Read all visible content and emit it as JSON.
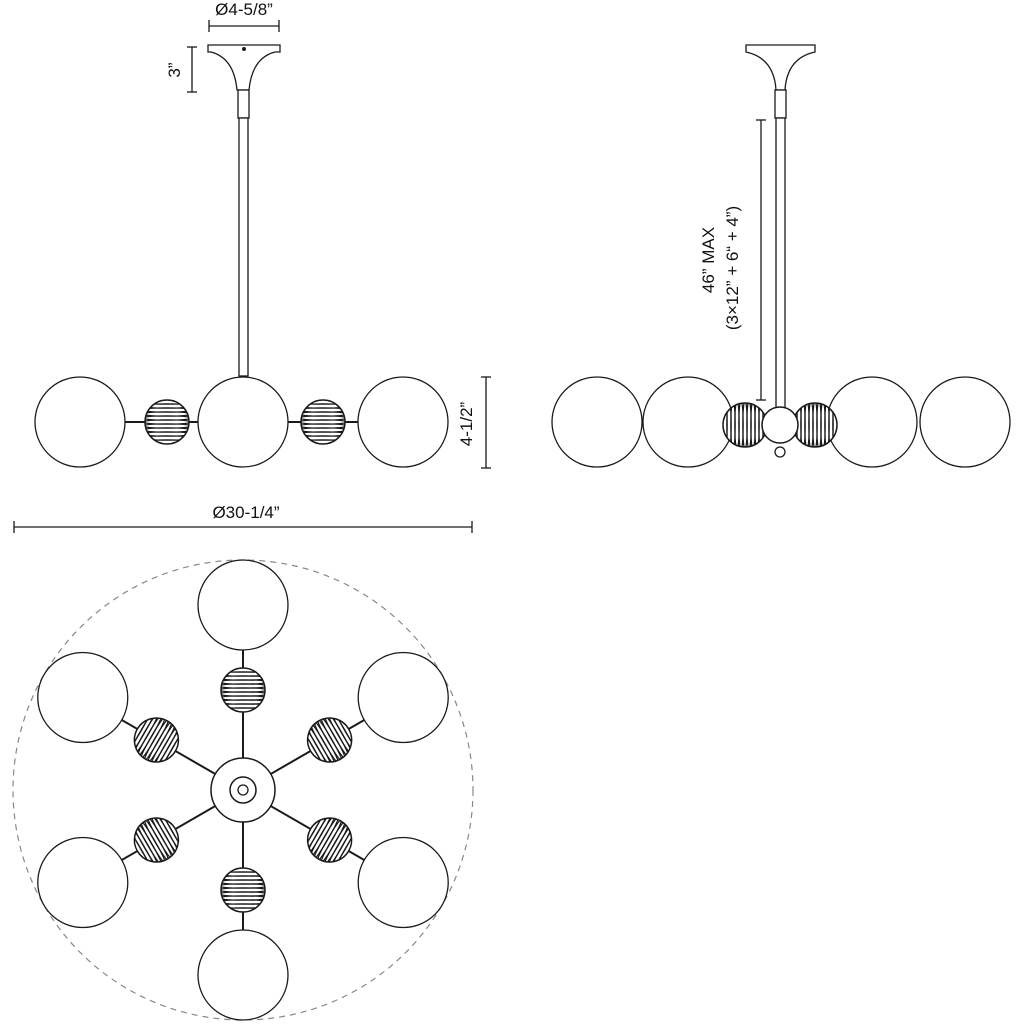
{
  "dimensions": {
    "canopy_diameter": "Ø4-5/8”",
    "canopy_height": "3”",
    "max_height_line1": "46” MAX",
    "max_height_line2": "(3×12” + 6“ + 4”)",
    "globe_height": "4-1/2”",
    "overall_diameter": "Ø30-1/4”"
  },
  "colors": {
    "line": "#1a1a1a",
    "dashed": "#888888"
  }
}
